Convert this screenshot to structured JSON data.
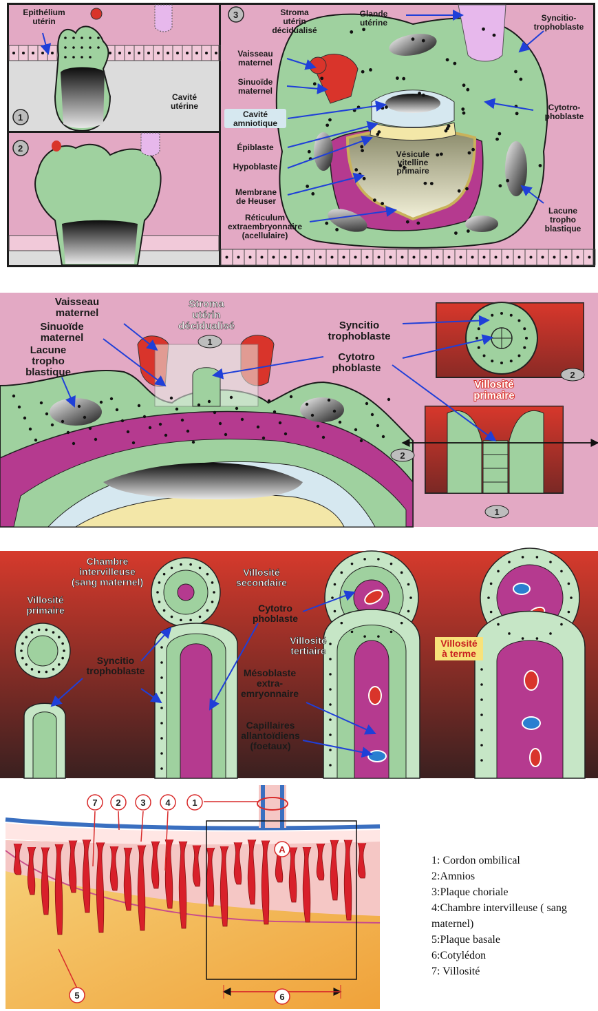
{
  "panel1": {
    "labels": {
      "epithelium": [
        "Epithélium",
        "utérin"
      ],
      "cavite_uterine": [
        "Cavité",
        "utérine"
      ],
      "stroma": [
        "Stroma",
        "utérin",
        "décidualisé"
      ],
      "glande": [
        "Glande",
        "utérine"
      ],
      "syncitio": [
        "Syncitio-",
        "trophoblaste"
      ],
      "vaisseau": [
        "Vaisseau",
        "maternel"
      ],
      "sinuoide": [
        "Sinuoïde",
        "maternel"
      ],
      "cavite_amniotique": [
        "Cavité",
        "amniotique"
      ],
      "cytotro": [
        "Cytotro-",
        "phoblaste"
      ],
      "epiblaste": "Épiblaste",
      "hypoblaste": "Hypoblaste",
      "vesicule": [
        "Vésicule",
        "vitelline",
        "primaire"
      ],
      "membrane": [
        "Membrane",
        "de Heuser"
      ],
      "reticulum": [
        "Réticulum",
        "extraembryonnaire",
        "(acellulaire)"
      ],
      "lacune": [
        "Lacune",
        "tropho",
        "blastique"
      ]
    },
    "numbers": [
      "1",
      "2",
      "3"
    ]
  },
  "panel2": {
    "labels": {
      "vaisseau": [
        "Vaisseau",
        "maternel"
      ],
      "stroma": [
        "Stroma",
        "utérin",
        "décidualisé"
      ],
      "sinuoide": [
        "Sinuoïde",
        "maternel"
      ],
      "lacune": [
        "Lacune",
        "tropho",
        "blastique"
      ],
      "syncitio": [
        "Syncitio",
        "trophoblaste"
      ],
      "cytotro": [
        "Cytotro",
        "phoblaste"
      ],
      "villosite_primaire": [
        "Villosité",
        "primaire"
      ]
    },
    "numbers": [
      "1",
      "2",
      "2",
      "1"
    ]
  },
  "panel3": {
    "labels": {
      "chambre": [
        "Chambre",
        "intervilleuse",
        "(sang maternel)"
      ],
      "villosite_secondaire": [
        "Villosité",
        "secondaire"
      ],
      "villosite_primaire": [
        "Villosité",
        "primaire"
      ],
      "cytotro": [
        "Cytotro",
        "phoblaste"
      ],
      "villosite_tertiaire": [
        "Villosité",
        "tertiaire"
      ],
      "villosite_terme": [
        "Villosité",
        "à terme"
      ],
      "syncitio": [
        "Syncitio",
        "trophoblaste"
      ],
      "mesoblaste": [
        "Mésoblaste",
        "extra-",
        "emryonnaire"
      ],
      "capillaires": [
        "Capillaires",
        "allantoïdiens",
        "(foetaux)"
      ]
    }
  },
  "panel4": {
    "callouts": [
      "7",
      "2",
      "3",
      "4",
      "1",
      "5",
      "6",
      "A"
    ],
    "legend": [
      "1: Cordon ombilical",
      "2:Amnios",
      "3:Plaque choriale",
      "4:Chambre intervilleuse ( sang maternel)",
      "5:Plaque basale",
      "6:Cotylédon",
      "7: Villosité"
    ]
  },
  "colors": {
    "pink_bg": "#e3a9c4",
    "green_tissue": "#9fd19f",
    "magenta": "#b53a8f",
    "red_vessel": "#d9342b",
    "yellow_layer": "#f3e7a8",
    "pale_blue": "#d6e8f0",
    "arrow_blue": "#1f3fd8"
  }
}
